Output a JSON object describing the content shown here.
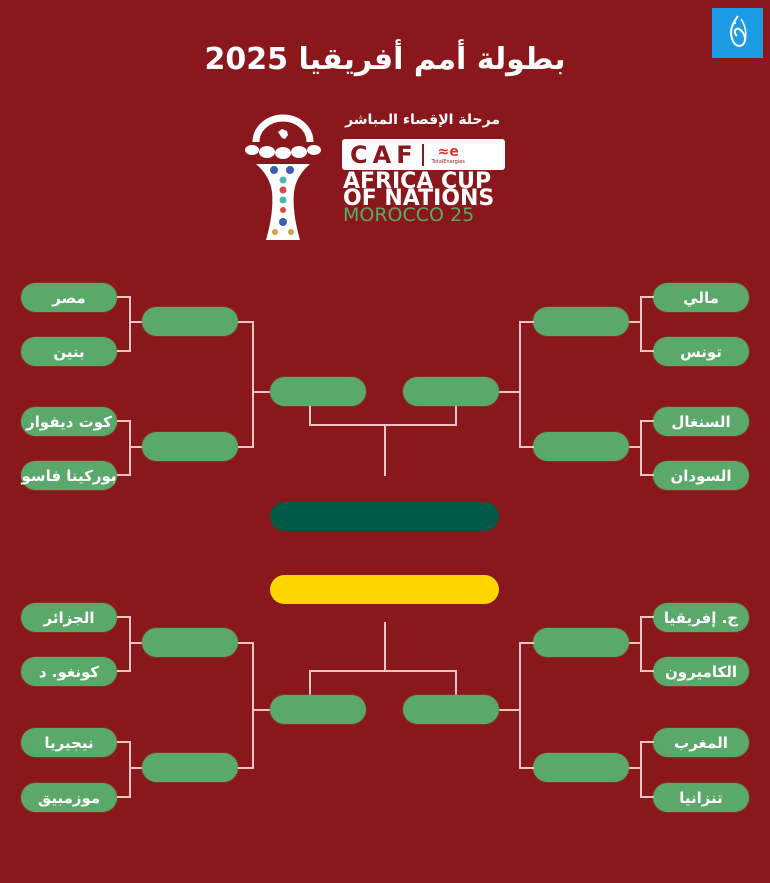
{
  "header": {
    "title": "بطولة أمم أفريقيا  2025",
    "brand_logo": "aljazeera-logo"
  },
  "tournament_logo": {
    "stage": "مرحلة الإقصاء المباشر",
    "caf": "CAF",
    "sponsor": "TotalEnergies",
    "line1": "AFRICA CUP",
    "line2": "OF NATIONS",
    "line3": "MOROCCO 25"
  },
  "colors": {
    "background": "#8a171b",
    "pill": "#5aa86a",
    "final": "#005a46",
    "third_place": "#ffd600",
    "connector": "#f2c4c4",
    "brand_logo_bg": "#1b9ce4"
  },
  "bracket": {
    "top_left": {
      "teams": [
        "مصر",
        "بنين",
        "كوت ديفوار",
        "بوركينا فاسو"
      ],
      "round_of_16": [
        "",
        ""
      ],
      "quarter_final": ""
    },
    "top_right": {
      "teams": [
        "مالي",
        "تونس",
        "السنغال",
        "السودان"
      ],
      "round_of_16": [
        "",
        ""
      ],
      "quarter_final": ""
    },
    "bottom_left": {
      "teams": [
        "الجزائر",
        "كونغو. د",
        "نيجيريا",
        "موزمبيق"
      ],
      "round_of_16": [
        "",
        ""
      ],
      "quarter_final": ""
    },
    "bottom_right": {
      "teams": [
        "ج. إفريقيا",
        "الكاميرون",
        "المغرب",
        "تنزانيا"
      ],
      "round_of_16": [
        "",
        ""
      ],
      "quarter_final": ""
    },
    "final": "",
    "third_place": ""
  }
}
